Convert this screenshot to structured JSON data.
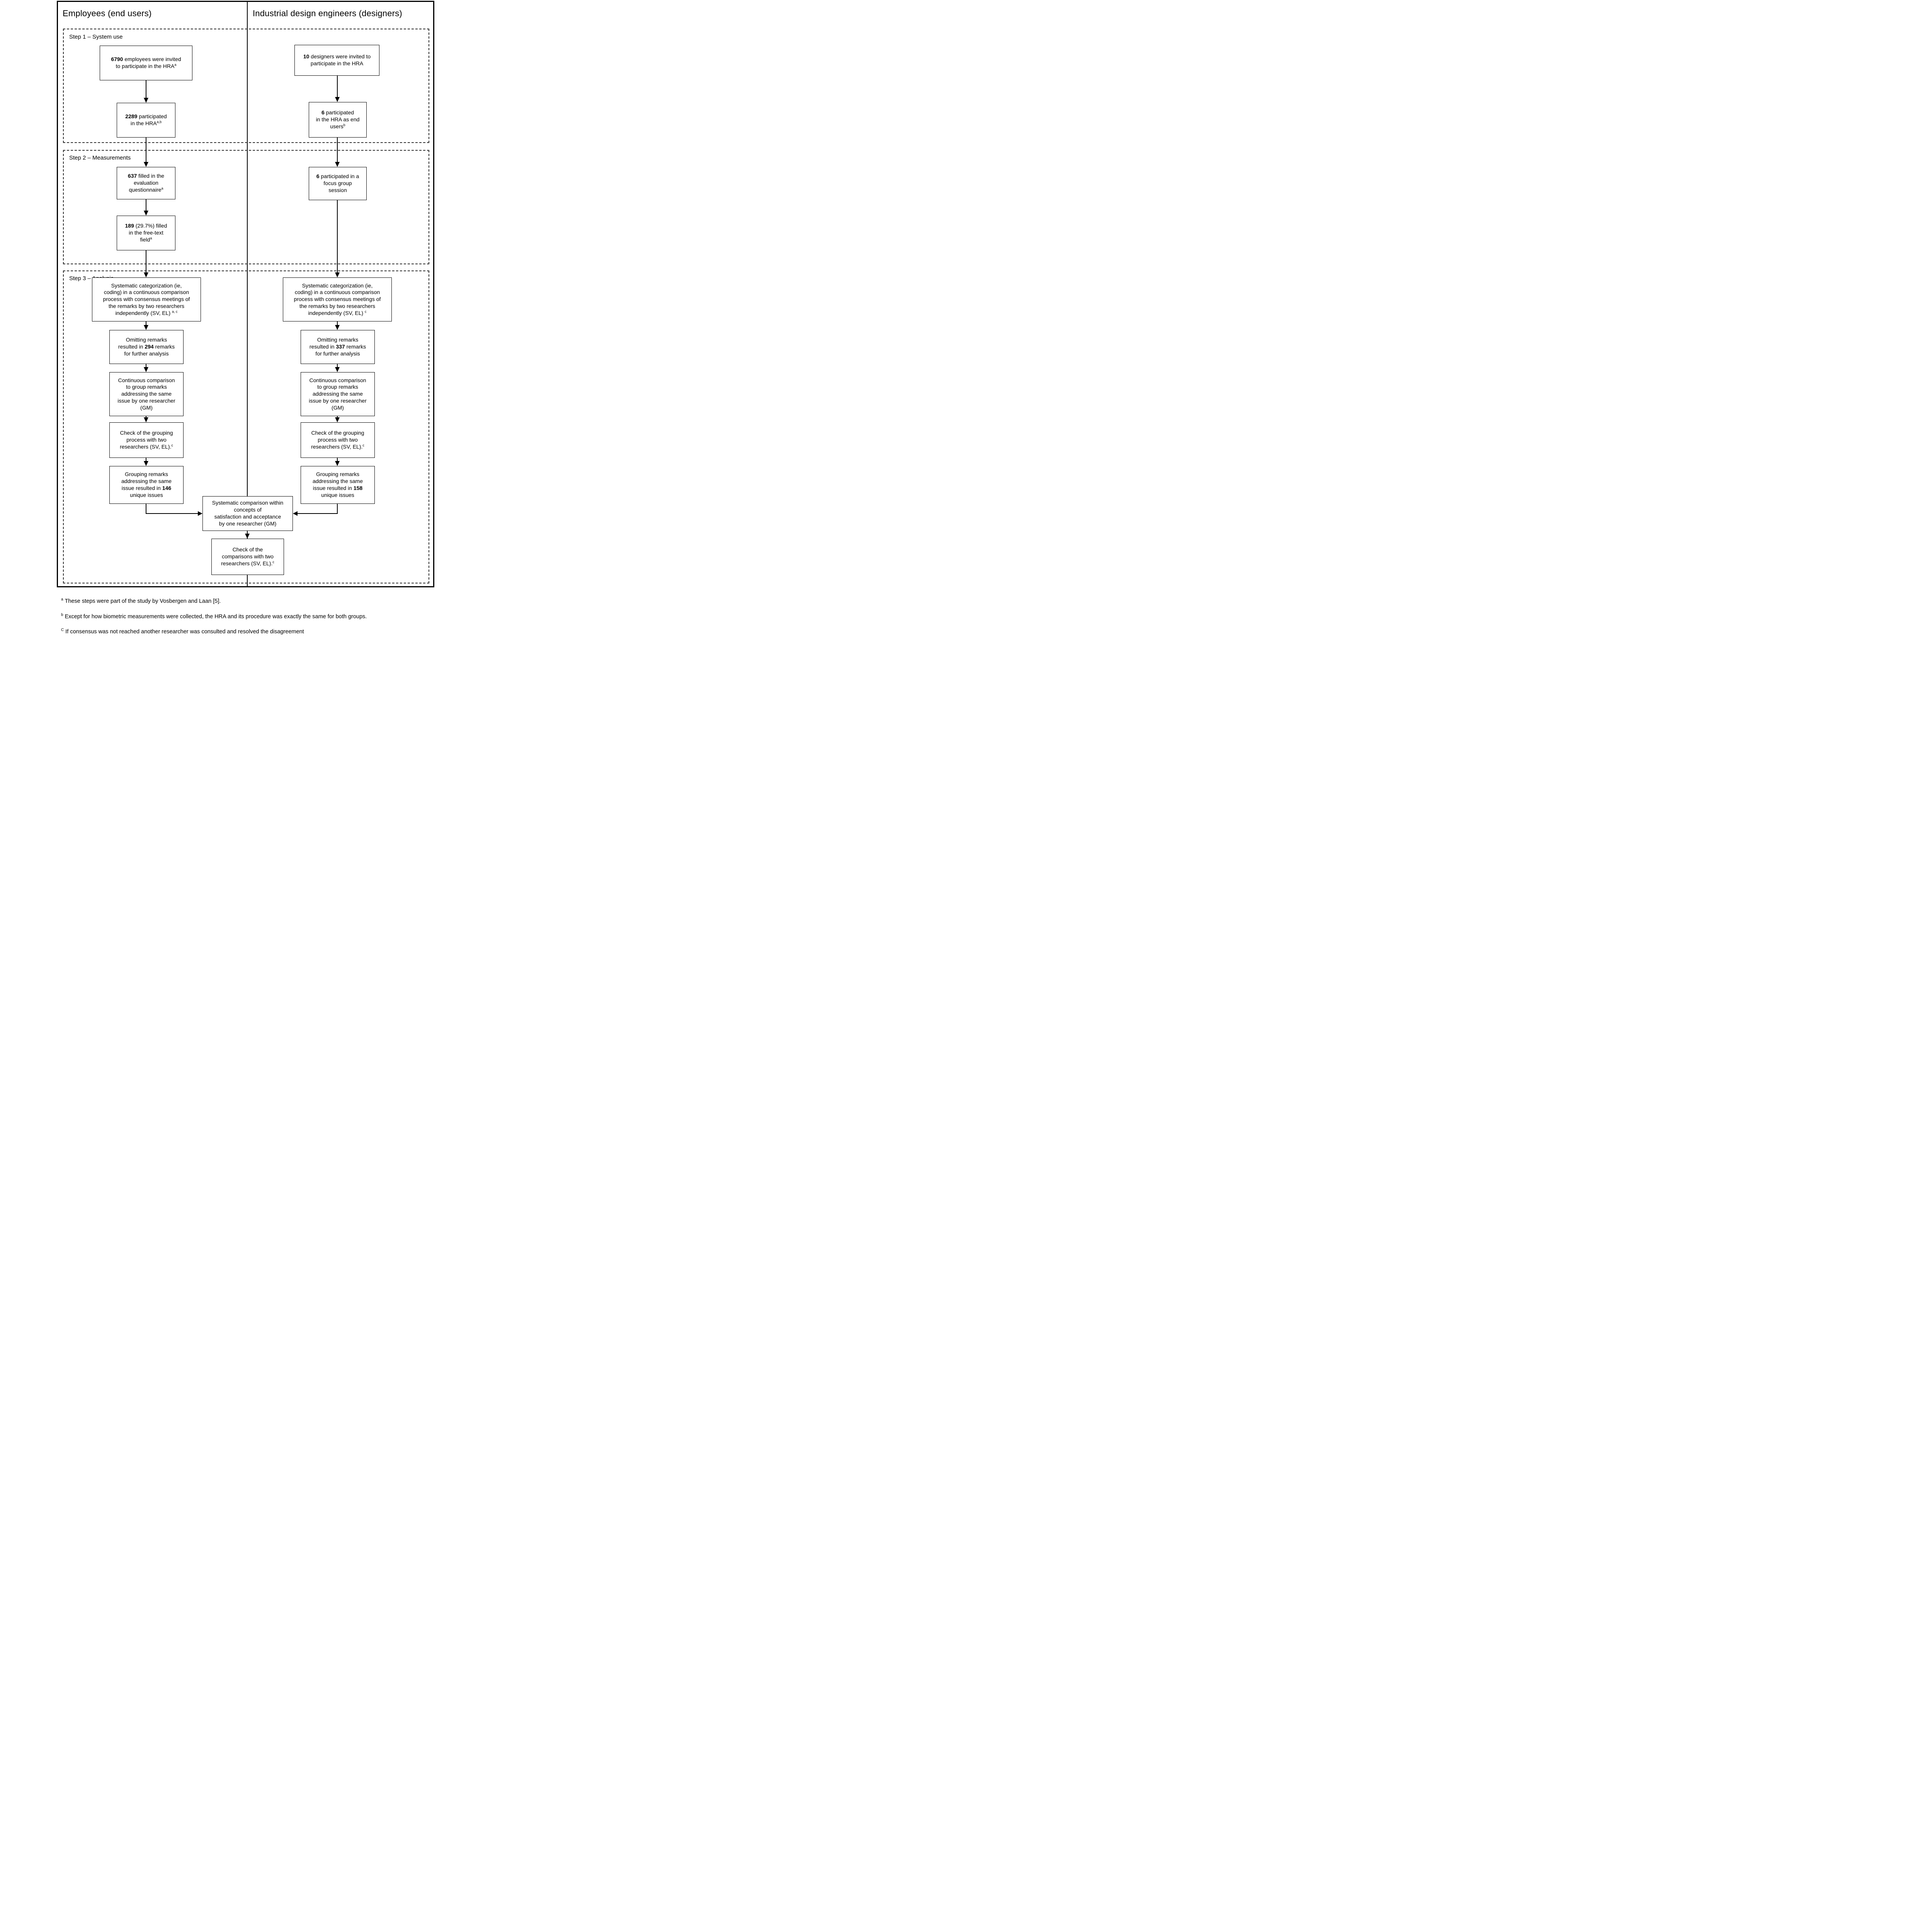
{
  "colors": {
    "ink": "#000000",
    "paper": "#ffffff",
    "dashed_border": "#2e2e2e"
  },
  "headers": {
    "left": "Employees (end users)",
    "right": "Industrial design engineers (designers)"
  },
  "steps": {
    "step1": "Step 1 – System use",
    "step2": "Step 2 – Measurements",
    "step3": "Step 3 – Analysis"
  },
  "boxes": {
    "a1": {
      "pre": "",
      "num": "6790",
      "post": " employees were invited\nto participate in the HRA",
      "sup": "a"
    },
    "a2": {
      "pre": "",
      "num": "2289",
      "post": " participated\nin the HRA",
      "sup": "a,b"
    },
    "a3": {
      "pre": "",
      "num": "637",
      "post": " filled in the\nevaluation\nquestionnaire",
      "sup": "a"
    },
    "a4": {
      "pre": "",
      "num": "189",
      "post": " (29.7%) filled\nin the free-text\nfield",
      "sup": "a"
    },
    "a5": {
      "pre": "Systematic categorization (ie,\ncoding) in a continuous comparison\nprocess with consensus meetings of\nthe remarks by two researchers\nindependently (SV, EL) ",
      "num": "",
      "post": "",
      "sup": "a, c"
    },
    "a6": {
      "pre": "Omitting remarks\nresulted in ",
      "num": "294",
      "post": " remarks\nfor further analysis",
      "sup": ""
    },
    "a7": {
      "pre": "Continuous comparison\nto group remarks\naddressing the same\nissue by one researcher\n(GM)",
      "num": "",
      "post": "",
      "sup": ""
    },
    "a8": {
      "pre": "Check of the grouping\nprocess with two\nresearchers (SV, EL).",
      "num": "",
      "post": "",
      "sup": "c"
    },
    "a9": {
      "pre": "Grouping remarks\naddressing the same\nissue resulted in ",
      "num": "146",
      "post": "\nunique issues",
      "sup": ""
    },
    "b1": {
      "pre": "",
      "num": "10",
      "post": " designers were invited to\nparticipate in the HRA",
      "sup": ""
    },
    "b2": {
      "pre": "",
      "num": "6",
      "post": " participated\nin the HRA as end\nusers",
      "sup": "b"
    },
    "b3": {
      "pre": "",
      "num": "6",
      "post": " participated in a\nfocus group\nsession",
      "sup": ""
    },
    "b5": {
      "pre": "Systematic categorization (ie,\ncoding) in a continuous comparison\nprocess with consensus meetings of\nthe remarks by two researchers\nindependently (SV, EL) ",
      "num": "",
      "post": "",
      "sup": "c"
    },
    "b6": {
      "pre": "Omitting remarks\nresulted in ",
      "num": "337",
      "post": " remarks\nfor further analysis",
      "sup": ""
    },
    "b7": {
      "pre": "Continuous comparison\nto group remarks\naddressing the same\nissue by one researcher\n(GM)",
      "num": "",
      "post": "",
      "sup": ""
    },
    "b8": {
      "pre": "Check of the grouping\nprocess with two\nresearchers (SV, EL).",
      "num": "",
      "post": "",
      "sup": "c"
    },
    "b9": {
      "pre": "Grouping remarks\naddressing the same\nissue resulted in ",
      "num": "158",
      "post": "\nunique issues",
      "sup": ""
    },
    "c1": {
      "pre": "Systematic comparison within\nconcepts of\nsatisfaction and acceptance\nby one researcher (GM)",
      "num": "",
      "post": "",
      "sup": ""
    },
    "c2": {
      "pre": "Check of the\ncomparisons with two\nresearchers (SV, EL).",
      "num": "",
      "post": "",
      "sup": "c"
    }
  },
  "footnotes": [
    {
      "marker": "a",
      "text": "These steps were part of the study by Vosbergen and Laan [5]."
    },
    {
      "marker": "b",
      "text": "Except for how biometric measurements were collected, the HRA and its procedure was exactly the same for both groups."
    },
    {
      "marker": "C",
      "text": "If consensus was not reached another researcher was consulted and resolved the disagreement"
    }
  ]
}
